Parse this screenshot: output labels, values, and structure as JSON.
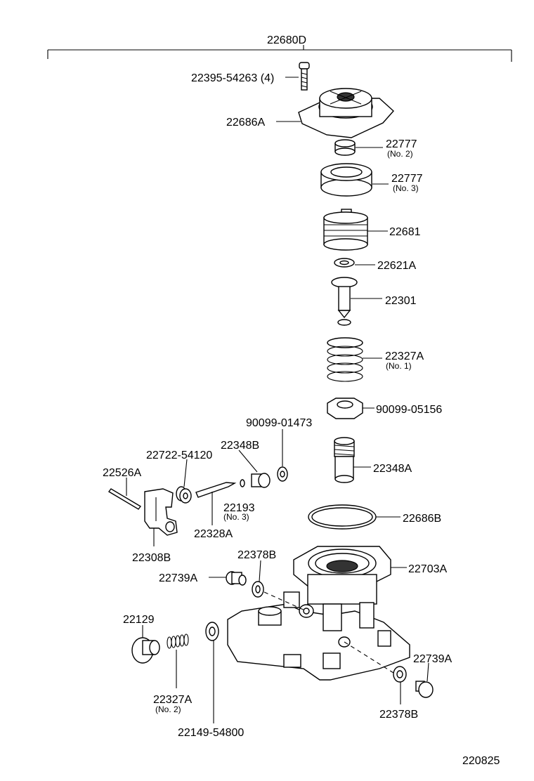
{
  "assembly": {
    "number": "22680D"
  },
  "parts": {
    "p22395": "22395-54263 (4)",
    "p22686A": "22686A",
    "p22777a": "22777",
    "p22777a_note": "(No. 2)",
    "p22777b": "22777",
    "p22777b_note": "(No. 3)",
    "p22681": "22681",
    "p22621A": "22621A",
    "p22301": "22301",
    "p22327A_1": "22327A",
    "p22327A_1_note": "(No. 1)",
    "p90099_05156": "90099-05156",
    "p90099_01473": "90099-01473",
    "p22348B": "22348B",
    "p22722": "22722-54120",
    "p22526A": "22526A",
    "p22348A": "22348A",
    "p22193": "22193",
    "p22193_note": "(No. 3)",
    "p22328A": "22328A",
    "p22686B": "22686B",
    "p22308B": "22308B",
    "p22378B_top": "22378B",
    "p22703A": "22703A",
    "p22739A_left": "22739A",
    "p22129": "22129",
    "p22739A_right": "22739A",
    "p22327A_2": "22327A",
    "p22327A_2_note": "(No. 2)",
    "p22378B_bottom": "22378B",
    "p22149": "22149-54800"
  },
  "figure_code": "220825"
}
